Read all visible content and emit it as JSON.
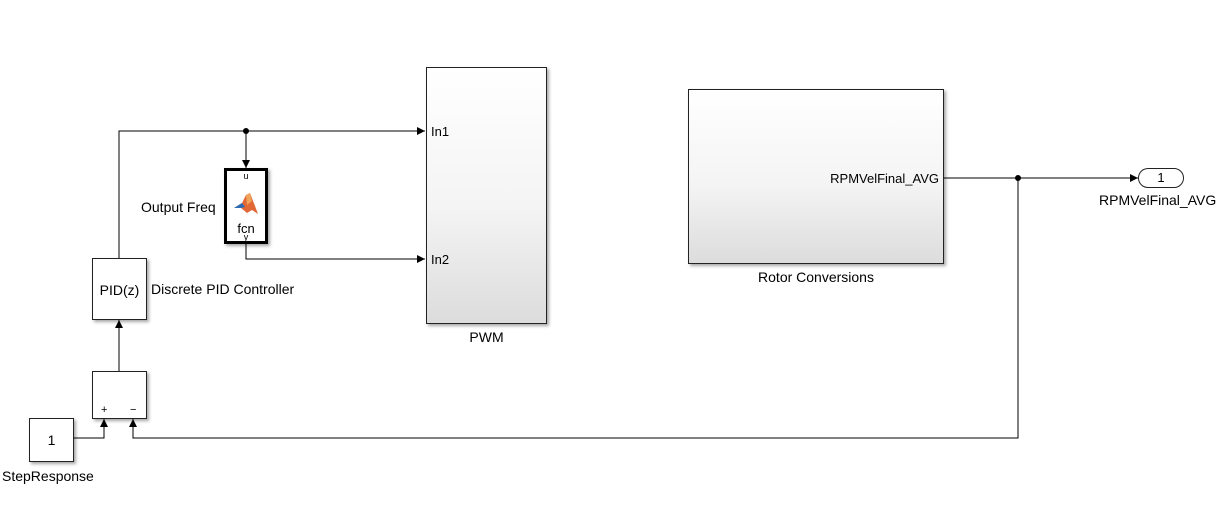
{
  "blocks": {
    "step": {
      "value": "1",
      "label": "StepResponse"
    },
    "sum": {
      "plus": "+",
      "minus": "−"
    },
    "pid": {
      "text": "PID(z)",
      "label": "Discrete PID Controller"
    },
    "fcn": {
      "top_port": "u",
      "text": "fcn",
      "bottom_port": "y",
      "label": "Output Freq",
      "icon": "matlab-logo-icon"
    },
    "pwm": {
      "in1": "In1",
      "in2": "In2",
      "label": "PWM"
    },
    "rotor": {
      "out_port": "RPMVelFinal_AVG",
      "label": "Rotor Conversions"
    },
    "outport": {
      "number": "1",
      "label": "RPMVelFinal_AVG"
    }
  },
  "colors": {
    "line": "#000000",
    "logo_orange": "#e16737",
    "logo_blue": "#2a6bb3"
  }
}
